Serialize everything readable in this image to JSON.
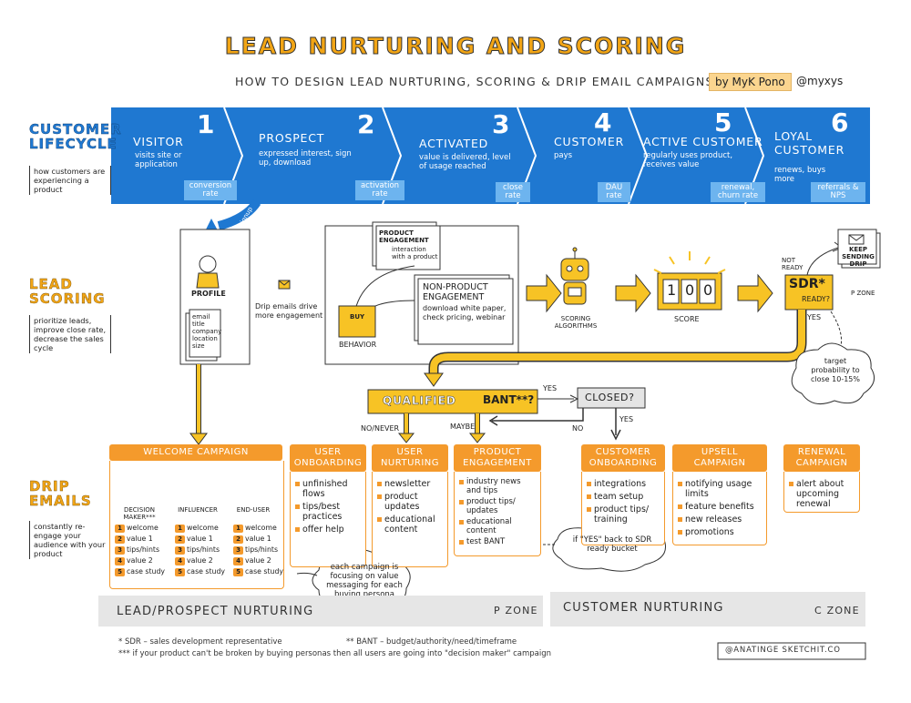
{
  "header": {
    "title": "LEAD NURTURING AND SCORING",
    "subtitle": "HOW TO DESIGN LEAD NURTURING, SCORING & DRIP EMAIL CAMPAIGNS",
    "byline": "by MyK Pono",
    "handle": "@myxys"
  },
  "sections": {
    "lifecycle": {
      "title": "CUSTOMER LIFECYCLE",
      "note": "how customers are experiencing a product"
    },
    "scoring": {
      "title": "LEAD SCORING",
      "note": "prioritize leads, improve close rate, decrease the sales cycle"
    },
    "drip": {
      "title": "DRIP EMAILS",
      "note": "constantly re-engage your audience with your product"
    }
  },
  "stages": [
    {
      "num": "1",
      "name": "VISITOR",
      "desc": "visits site or application",
      "rate": "conversion rate"
    },
    {
      "num": "2",
      "name": "PROSPECT",
      "desc": "expressed interest, sign up, download",
      "rate": "activation rate"
    },
    {
      "num": "3",
      "name": "ACTIVATED",
      "desc": "value is delivered, level of usage reached",
      "rate": "close rate"
    },
    {
      "num": "4",
      "name": "CUSTOMER",
      "desc": "pays",
      "rate": "DAU rate"
    },
    {
      "num": "5",
      "name": "ACTIVE CUSTOMER",
      "desc": "regularly uses product, receives value",
      "rate": "renewal, churn rate"
    },
    {
      "num": "6",
      "name": "LOYAL CUSTOMER",
      "desc": "renews, buys more",
      "rate": "referrals & NPS"
    }
  ],
  "scoring": {
    "signup": "signup",
    "profile_label": "PROFILE",
    "profile_fields": [
      "email",
      "title",
      "company",
      "location",
      "size"
    ],
    "drip_note": "Drip emails drive more engagement",
    "buy_label": "BUY",
    "behavior_label": "BEHAVIOR",
    "product_engagement": {
      "title": "PRODUCT ENGAGEMENT",
      "desc": "interaction with a product"
    },
    "non_product_engagement": {
      "title": "NON-PRODUCT ENGAGEMENT",
      "desc": "download white paper, check pricing, webinar"
    },
    "algorithms_label": "SCORING ALGORITHMS",
    "score_digits": [
      "1",
      "0",
      "0"
    ],
    "score_label": "SCORE",
    "sdr_label": "SDR*",
    "sdr_ready": "READY?",
    "not_ready": "NOT READY",
    "yes": "YES",
    "keep_sending": "KEEP SENDING DRIP",
    "p_zone": "P ZONE",
    "target_note": "target probability to close 10-15%"
  },
  "decision": {
    "qualified": "QUALIFIED",
    "bant": "BANT**?",
    "yes": "YES",
    "closed": "CLOSED?",
    "no_never": "NO/NEVER",
    "maybe": "MAYBE",
    "no": "NO",
    "yes2": "YES"
  },
  "welcome": {
    "title": "WELCOME CAMPAIGN",
    "personas": [
      {
        "name": "DECISION MAKER***",
        "items": [
          "welcome",
          "value 1",
          "tips/hints",
          "value 2",
          "case study"
        ]
      },
      {
        "name": "INFLUENCER",
        "items": [
          "welcome",
          "value 1",
          "tips/hints",
          "value 2",
          "case study"
        ]
      },
      {
        "name": "END-USER",
        "items": [
          "welcome",
          "value 1",
          "tips/hints",
          "value 2",
          "case study"
        ]
      }
    ],
    "nums": [
      "1",
      "2",
      "3",
      "4",
      "5"
    ]
  },
  "campaigns": [
    {
      "title": "USER ONBOARDING",
      "items": [
        "unfinished flows",
        "tips/best practices",
        "offer help"
      ]
    },
    {
      "title": "USER NURTURING",
      "items": [
        "newsletter",
        "product updates",
        "educational content"
      ]
    },
    {
      "title": "PRODUCT ENGAGEMENT",
      "items": [
        "industry news and tips",
        "product tips/ updates",
        "educational content",
        "test BANT"
      ]
    },
    {
      "title": "CUSTOMER ONBOARDING",
      "items": [
        "integrations",
        "team setup",
        "product tips/ training"
      ]
    },
    {
      "title": "UPSELL CAMPAIGN",
      "items": [
        "notifying usage limits",
        "feature benefits",
        "new releases",
        "promotions"
      ]
    },
    {
      "title": "RENEWAL CAMPAIGN",
      "items": [
        "alert about upcoming renewal"
      ]
    }
  ],
  "notes": {
    "focus": "each campaign is focusing on value messaging for each buying persona",
    "back": "if \"YES\" back to SDR ready bucket"
  },
  "zones": {
    "lead": "LEAD/PROSPECT NURTURING",
    "lead_zone": "P ZONE",
    "customer": "CUSTOMER NURTURING",
    "customer_zone": "C ZONE"
  },
  "footnotes": {
    "sdr": "* SDR – sales development representative",
    "bant": "** BANT – budget/authority/need/timeframe",
    "persona": "*** if your product can't be broken by buying personas then all users are going into \"decision maker\" campaign",
    "credit": "@ANATINGE SKETCHIT.CO"
  },
  "colors": {
    "blue": "#1f78d1",
    "lightblue": "#6db4ef",
    "orange": "#f49a2c",
    "yellow": "#f7c325"
  }
}
